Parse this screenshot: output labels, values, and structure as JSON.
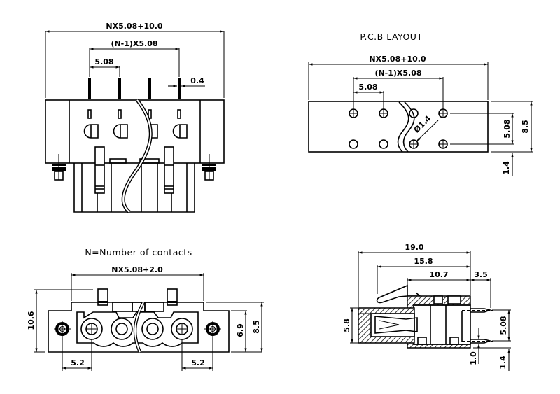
{
  "drawing": {
    "front_view": {
      "overall_width": "NX5.08+10.0",
      "pin_span": "(N-1)X5.08",
      "pitch": "5.08",
      "pin_width": "0.4"
    },
    "pcb_layout": {
      "title": "P.C.B LAYOUT",
      "overall_width": "NX5.08+10.0",
      "pin_span": "(N-1)X5.08",
      "pitch": "5.08",
      "hole_diameter": "Ø1.4",
      "row_spacing": "5.08",
      "board_height": "8.5",
      "edge_offset": "1.4"
    },
    "mating_view": {
      "note": "N=Number of contacts",
      "plug_width": "NX5.08+2.0",
      "overall_height": "10.6",
      "flange_height": "8.5",
      "body_height": "6.9",
      "left_offset": "5.2",
      "right_offset": "5.2"
    },
    "side_view": {
      "overall_length": "19.0",
      "latch_length": "15.8",
      "header_length": "10.7",
      "pin_protrusion": "3.5",
      "plug_height": "5.8",
      "row_spacing": "5.08",
      "pin_offset": "1.0",
      "bottom_offset": "1.4"
    }
  }
}
